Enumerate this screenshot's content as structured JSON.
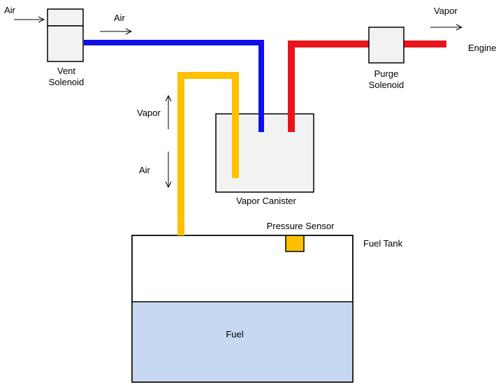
{
  "labels": {
    "air_inlet": "Air",
    "vent_solenoid_line1": "Vent",
    "vent_solenoid_line2": "Solenoid",
    "air_flow": "Air",
    "vapor_out": "Vapor",
    "engine": "Engine",
    "purge_solenoid_line1": "Purge",
    "purge_solenoid_line2": "Solenoid",
    "vapor_up": "Vapor",
    "air_down": "Air",
    "vapor_canister": "Vapor Canister",
    "pressure_sensor": "Pressure Sensor",
    "fuel_tank": "Fuel Tank",
    "fuel": "Fuel"
  },
  "colors": {
    "air_line": "#1010e8",
    "purge_line": "#e8141c",
    "tank_line": "#ffc000",
    "component_fill": "#f2f2f2",
    "fuel_fill": "#c6d9f0",
    "sensor_fill": "#ffc000"
  }
}
